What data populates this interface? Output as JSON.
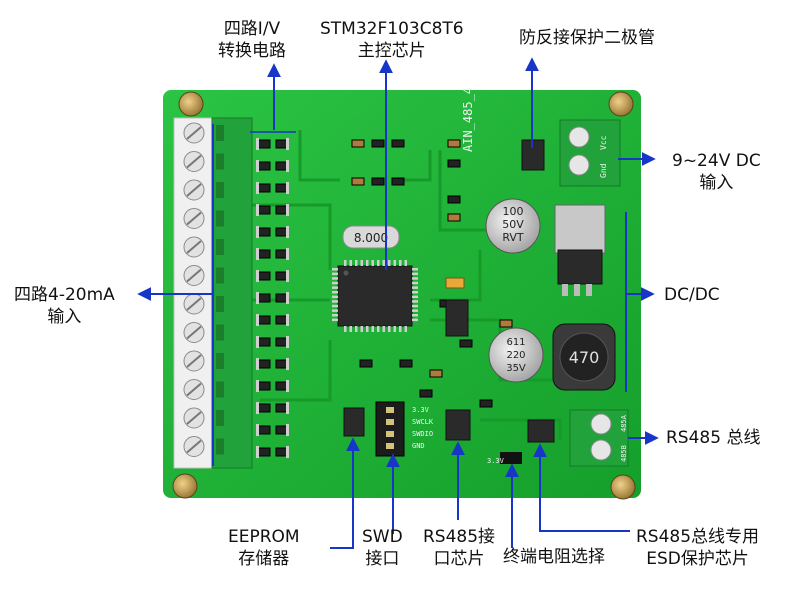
{
  "labels": {
    "iv_converter": [
      "四路I/V",
      "转换电路"
    ],
    "mcu": [
      "STM32F103C8T6",
      "主控芯片"
    ],
    "reverse_protect": [
      "防反接保护二极管"
    ],
    "power_input": [
      "9~24V DC",
      "输入"
    ],
    "current_input": [
      "四路4-20mA",
      "输入"
    ],
    "dcdc": [
      "DC/DC"
    ],
    "rs485_bus": [
      "RS485 总线"
    ],
    "eeprom": [
      "EEPROM",
      "存储器"
    ],
    "swd": [
      "SWD",
      "接口"
    ],
    "rs485_chip": [
      "RS485接",
      "口芯片"
    ],
    "termination": [
      "终端电阻选择"
    ],
    "esd": [
      "RS485总线专用",
      "ESD保护芯片"
    ]
  },
  "board": {
    "silkscreen_title": "AIN_485_4",
    "crystal": "8.000",
    "capacitor_top": [
      "100",
      "50V",
      "RVT"
    ],
    "capacitor_bottom": [
      "611",
      "220",
      "35V"
    ],
    "inductor": "470",
    "power_terminal": [
      "Gnd",
      "Vcc"
    ],
    "rs485_terminal": [
      "485A",
      "485B"
    ],
    "swd_pins": [
      "3.3V",
      "SWCLK",
      "SWDIO",
      "GND"
    ],
    "jumper": "3.3V"
  },
  "colors": {
    "board": "#1fb835",
    "board_dark": "#138a22",
    "terminal_green": "#22a23a",
    "arrow": "#1736c8",
    "chip": "#2a2a2a"
  }
}
